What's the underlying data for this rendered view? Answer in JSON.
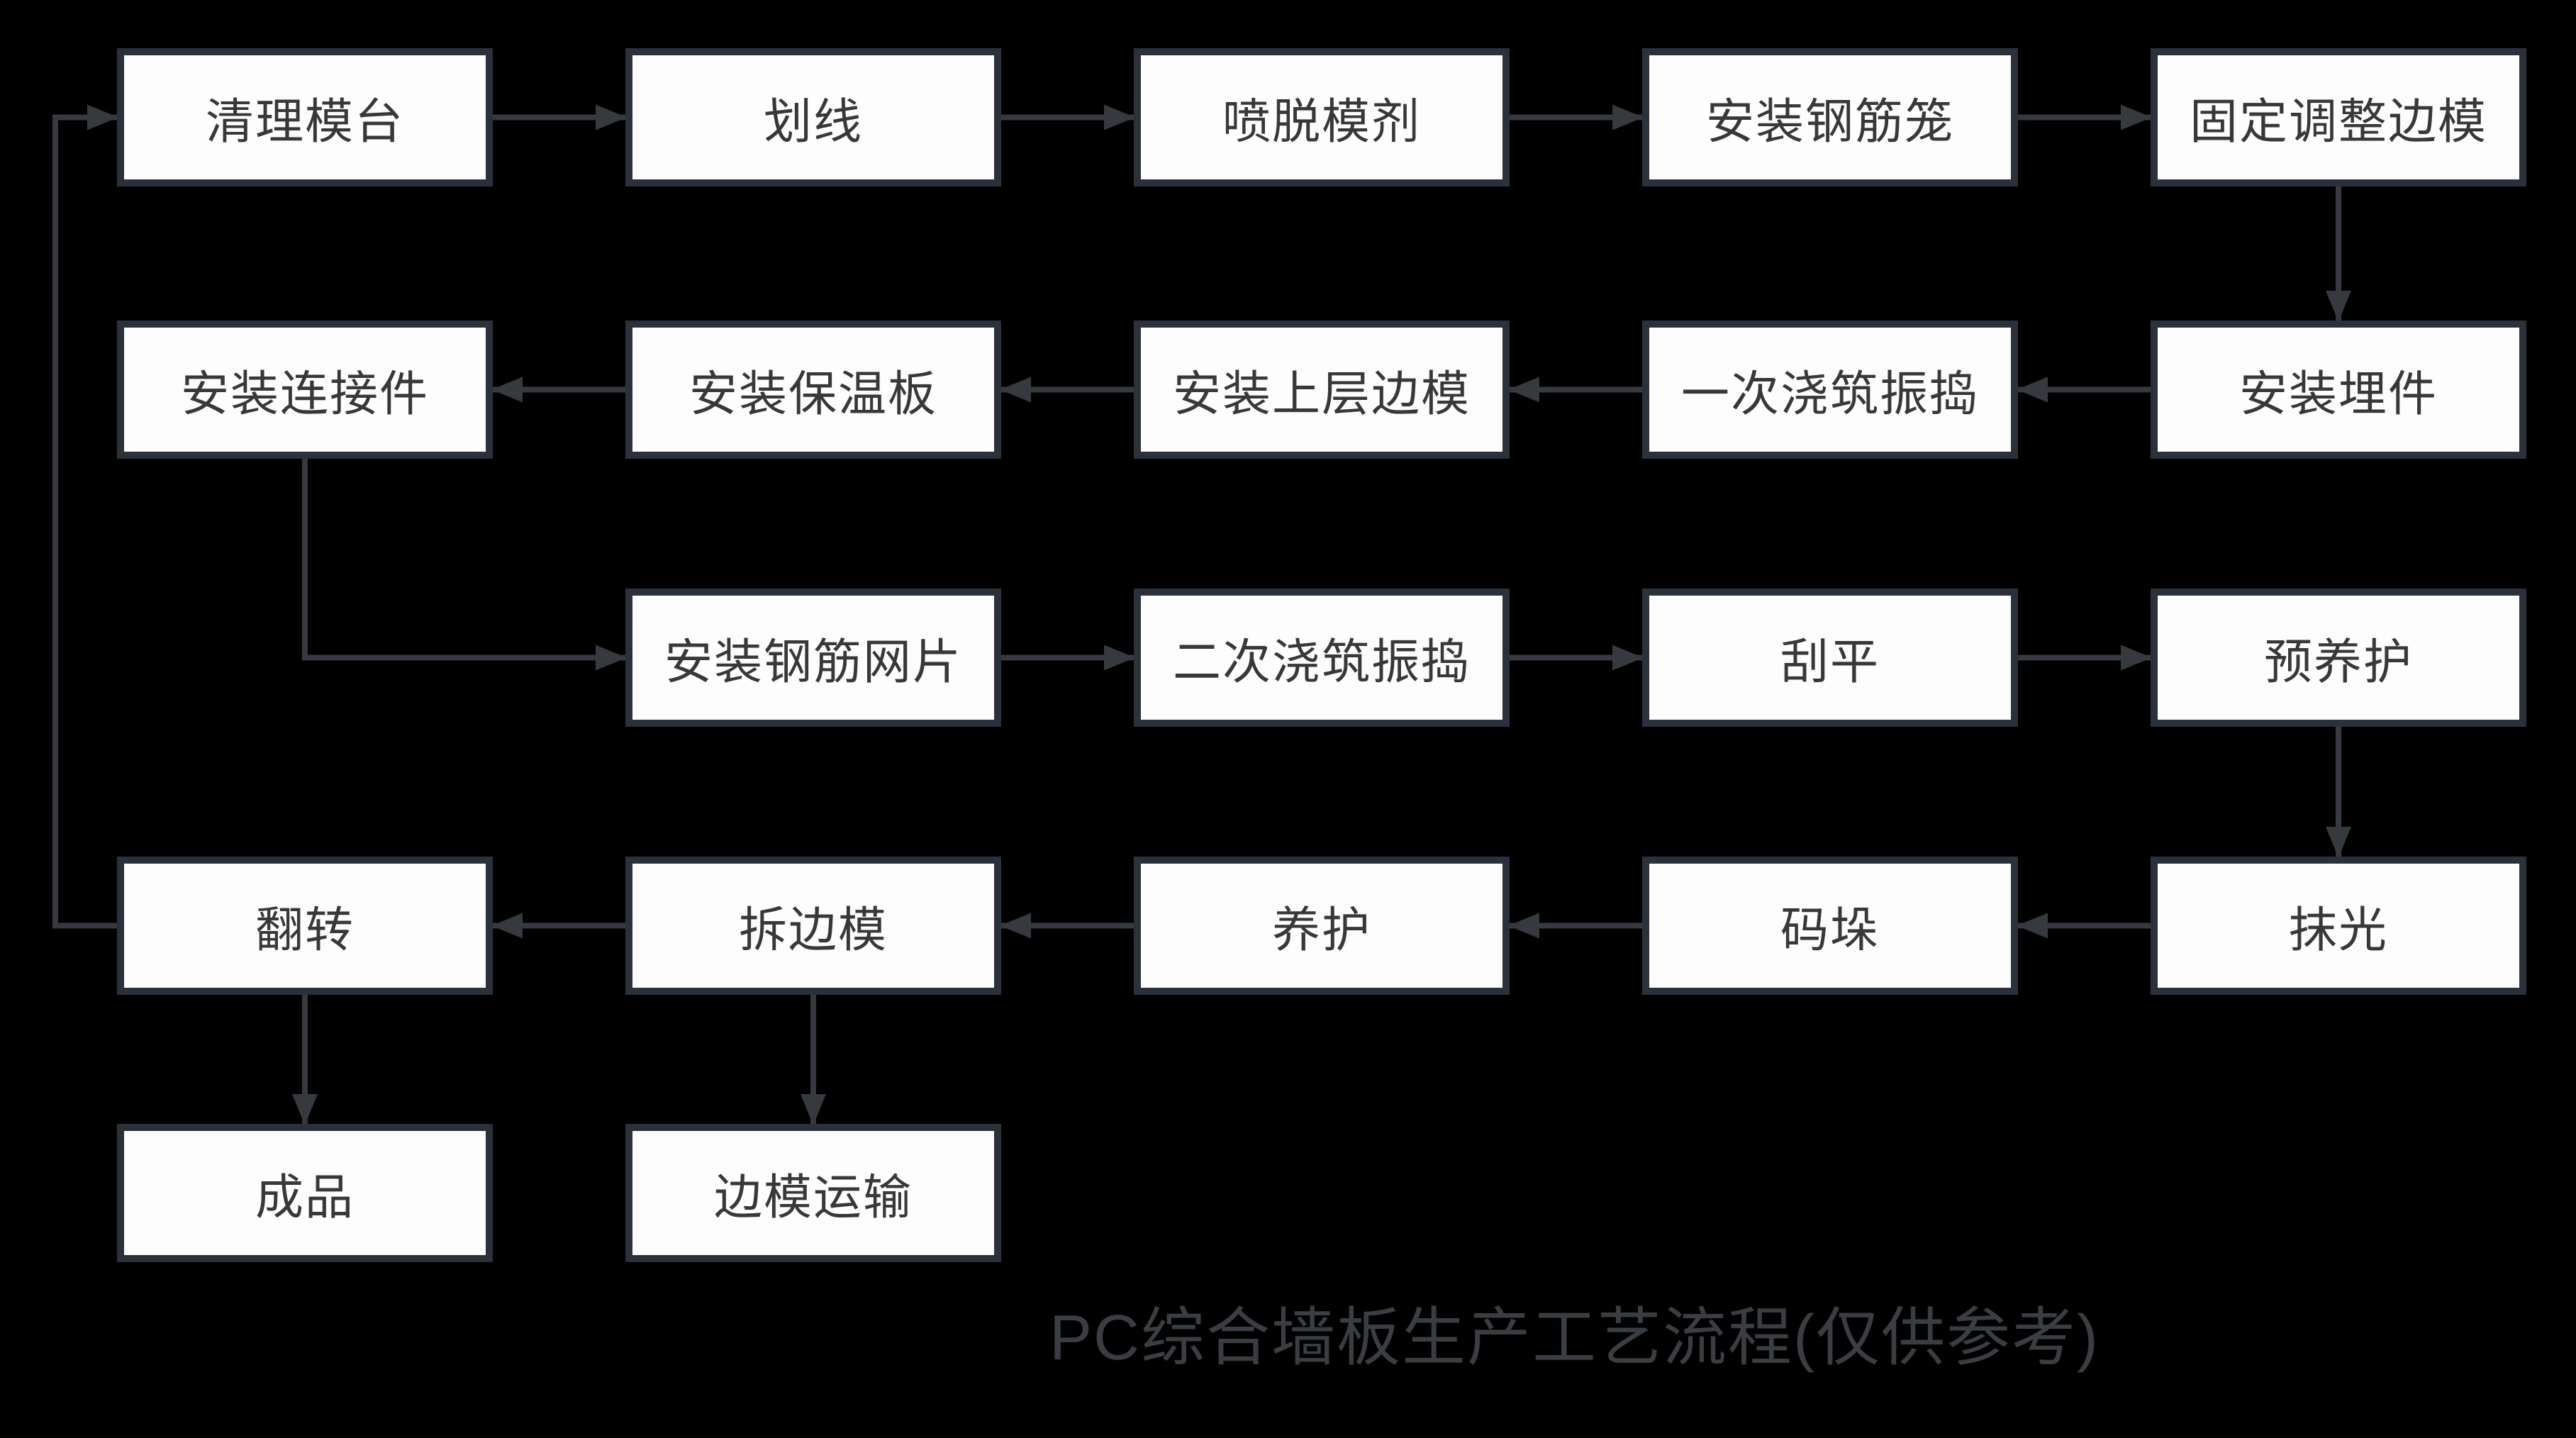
{
  "background_color": "#000000",
  "title": {
    "text": "PC综合墙板生产工艺流程(仅供参考)",
    "color": "#3a3d41"
  },
  "diagram": {
    "box_fill_color": "#fdfdfd",
    "box_border_color": "#2b313b",
    "box_text_color": "#383838",
    "arrow_color": "#36393d",
    "nodes": [
      {
        "id": "clean-mold-table",
        "label": "清理模台",
        "row": 0,
        "col": 0
      },
      {
        "id": "marking",
        "label": "划线",
        "row": 0,
        "col": 1
      },
      {
        "id": "spray-release-agent",
        "label": "喷脱模剂",
        "row": 0,
        "col": 2
      },
      {
        "id": "install-rebar-cage",
        "label": "安装钢筋笼",
        "row": 0,
        "col": 3
      },
      {
        "id": "fix-adjust-side-mold",
        "label": "固定调整边模",
        "row": 0,
        "col": 4
      },
      {
        "id": "install-connectors",
        "label": "安装连接件",
        "row": 1,
        "col": 0
      },
      {
        "id": "install-insulation-board",
        "label": "安装保温板",
        "row": 1,
        "col": 1
      },
      {
        "id": "install-upper-side-mold",
        "label": "安装上层边模",
        "row": 1,
        "col": 2
      },
      {
        "id": "first-pour-vibrate",
        "label": "一次浇筑振捣",
        "row": 1,
        "col": 3
      },
      {
        "id": "install-embedded-parts",
        "label": "安装埋件",
        "row": 1,
        "col": 4
      },
      {
        "id": "install-rebar-mesh",
        "label": "安装钢筋网片",
        "row": 2,
        "col": 1
      },
      {
        "id": "second-pour-vibrate",
        "label": "二次浇筑振捣",
        "row": 2,
        "col": 2
      },
      {
        "id": "scraping",
        "label": "刮平",
        "row": 2,
        "col": 3
      },
      {
        "id": "pre-curing",
        "label": "预养护",
        "row": 2,
        "col": 4
      },
      {
        "id": "flip",
        "label": "翻转",
        "row": 3,
        "col": 0
      },
      {
        "id": "remove-side-mold",
        "label": "拆边模",
        "row": 3,
        "col": 1
      },
      {
        "id": "curing",
        "label": "养护",
        "row": 3,
        "col": 2
      },
      {
        "id": "stacking",
        "label": "码垛",
        "row": 3,
        "col": 3
      },
      {
        "id": "trowel-finish",
        "label": "抹光",
        "row": 3,
        "col": 4
      },
      {
        "id": "finished-product",
        "label": "成品",
        "row": 4,
        "col": 0
      },
      {
        "id": "side-mold-transport",
        "label": "边模运输",
        "row": 4,
        "col": 1
      }
    ],
    "edges": [
      {
        "from": "clean-mold-table",
        "to": "marking",
        "route": "h"
      },
      {
        "from": "marking",
        "to": "spray-release-agent",
        "route": "h"
      },
      {
        "from": "spray-release-agent",
        "to": "install-rebar-cage",
        "route": "h"
      },
      {
        "from": "install-rebar-cage",
        "to": "fix-adjust-side-mold",
        "route": "h"
      },
      {
        "from": "fix-adjust-side-mold",
        "to": "install-embedded-parts",
        "route": "v"
      },
      {
        "from": "install-embedded-parts",
        "to": "first-pour-vibrate",
        "route": "h"
      },
      {
        "from": "first-pour-vibrate",
        "to": "install-upper-side-mold",
        "route": "h"
      },
      {
        "from": "install-upper-side-mold",
        "to": "install-insulation-board",
        "route": "h"
      },
      {
        "from": "install-insulation-board",
        "to": "install-connectors",
        "route": "h"
      },
      {
        "from": "install-connectors",
        "to": "install-rebar-mesh",
        "route": "elbow"
      },
      {
        "from": "install-rebar-mesh",
        "to": "second-pour-vibrate",
        "route": "h"
      },
      {
        "from": "second-pour-vibrate",
        "to": "scraping",
        "route": "h"
      },
      {
        "from": "scraping",
        "to": "pre-curing",
        "route": "h"
      },
      {
        "from": "pre-curing",
        "to": "trowel-finish",
        "route": "v"
      },
      {
        "from": "trowel-finish",
        "to": "stacking",
        "route": "h"
      },
      {
        "from": "stacking",
        "to": "curing",
        "route": "h"
      },
      {
        "from": "curing",
        "to": "remove-side-mold",
        "route": "h"
      },
      {
        "from": "remove-side-mold",
        "to": "flip",
        "route": "h"
      },
      {
        "from": "flip",
        "to": "finished-product",
        "route": "v"
      },
      {
        "from": "remove-side-mold",
        "to": "side-mold-transport",
        "route": "v"
      },
      {
        "from": "flip",
        "to": "clean-mold-table",
        "route": "loop"
      }
    ]
  }
}
